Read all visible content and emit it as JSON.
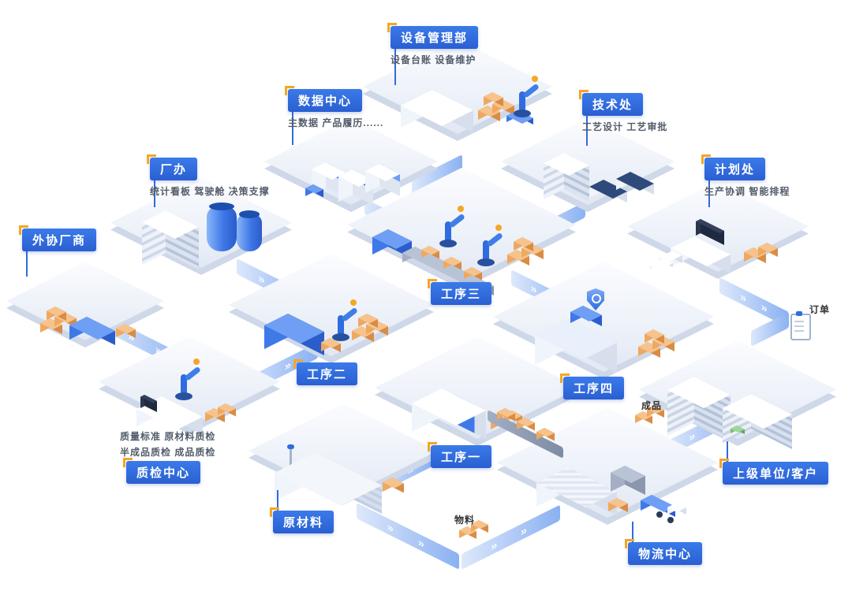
{
  "nodes": [
    {
      "id": "equipment",
      "label": "设备管理部",
      "sub": "设备台账 设备维护"
    },
    {
      "id": "datacenter",
      "label": "数据中心",
      "sub": "主数据 产品履历......"
    },
    {
      "id": "tech",
      "label": "技术处",
      "sub": "工艺设计 工艺审批"
    },
    {
      "id": "office",
      "label": "厂办",
      "sub": "统计看板 驾驶舱 决策支撑"
    },
    {
      "id": "planning",
      "label": "计划处",
      "sub": "生产协调 智能排程"
    },
    {
      "id": "vendor",
      "label": "外协厂商"
    },
    {
      "id": "process3",
      "label": "工序三"
    },
    {
      "id": "process2",
      "label": "工序二"
    },
    {
      "id": "process4",
      "label": "工序四"
    },
    {
      "id": "qc",
      "label": "质检中心",
      "sub1": "质量标准 原材料质检",
      "sub2": "半成品质检 成品质检"
    },
    {
      "id": "process1",
      "label": "工序一"
    },
    {
      "id": "raw",
      "label": "原材料"
    },
    {
      "id": "customer",
      "label": "上级单位/客户"
    },
    {
      "id": "logistics",
      "label": "物流中心"
    }
  ],
  "annotations": [
    {
      "id": "order",
      "label": "订单",
      "icon": "clipboard-icon"
    },
    {
      "id": "finished",
      "label": "成品",
      "icon": "boxes-icon"
    },
    {
      "id": "material",
      "label": "物料",
      "icon": "boxes-icon"
    }
  ],
  "colors": {
    "accent": "#2e6bdb",
    "label_corner": "#f5a623",
    "platform": "#eef2f9",
    "box_orange": "#efa85f",
    "road": "#8ab1f2"
  }
}
